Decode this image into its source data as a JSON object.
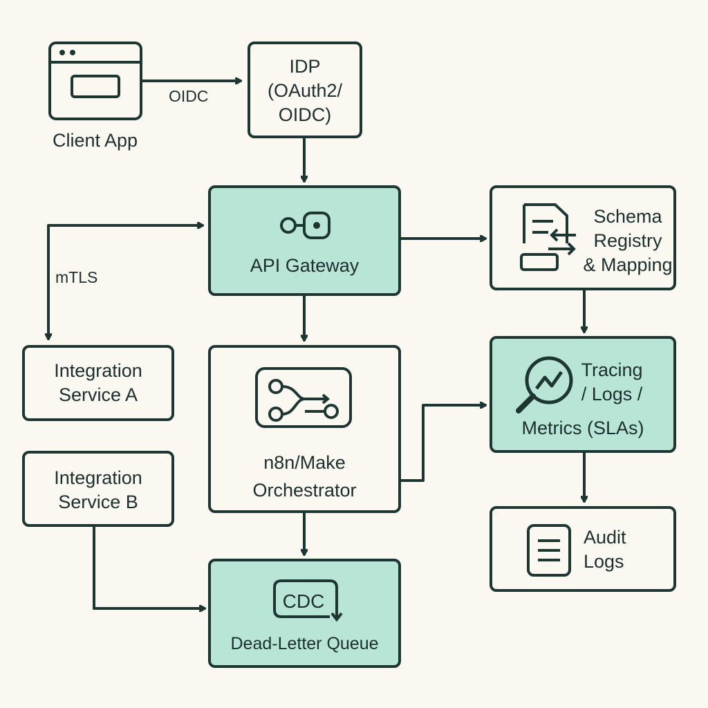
{
  "colors": {
    "stroke": "#1d3631",
    "accent_fill": "#b8e5d6",
    "background": "#faf8f1"
  },
  "nodes": {
    "client_app": {
      "label": "Client App",
      "icon": "browser-window-icon"
    },
    "idp": {
      "line1": "IDP",
      "line2": "(OAuth2/",
      "line3": "OIDC)"
    },
    "api_gateway": {
      "label": "API Gateway",
      "icon": "gateway-connector-icon"
    },
    "schema_registry": {
      "line1": "Schema",
      "line2": "Registry",
      "line3": "& Mapping",
      "icon": "document-mapping-icon"
    },
    "integration_a": {
      "line1": "Integration",
      "line2": "Service A"
    },
    "integration_b": {
      "line1": "Integration",
      "line2": "Service B"
    },
    "orchestrator": {
      "line1": "n8n/Make",
      "line2": "Orchestrator",
      "icon": "workflow-branch-icon"
    },
    "tracing": {
      "line1": "Tracing",
      "line2": "/ Logs /",
      "line3": "Metrics (SLAs)",
      "icon": "magnifier-chart-icon"
    },
    "audit_logs": {
      "line1": "Audit",
      "line2": "Logs",
      "icon": "document-list-icon"
    },
    "dlq": {
      "badge": "CDC",
      "label": "Dead-Letter Queue",
      "icon": "queue-badge-icon"
    }
  },
  "edge_labels": {
    "oidc": "OIDC",
    "mtls": "mTLS"
  }
}
